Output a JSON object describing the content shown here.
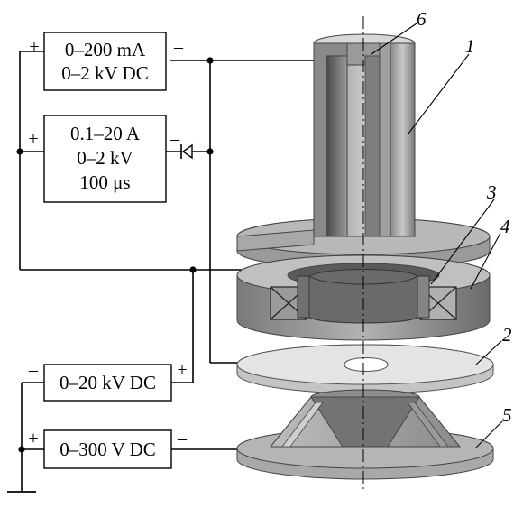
{
  "supplies": {
    "top": {
      "line1": "0–200 mA",
      "line2": "0–2 kV DC",
      "plus": "+",
      "minus": "–"
    },
    "pulse": {
      "line1": "0.1–20 A",
      "line2": "0–2 kV",
      "line3": "100 μs",
      "plus": "+",
      "minus": "–"
    },
    "hv": {
      "line1": "0–20 kV DC",
      "plus": "+",
      "minus": "–"
    },
    "lv": {
      "line1": "0–300 V DC",
      "plus": "+",
      "minus": "–"
    }
  },
  "labels": {
    "n1": "1",
    "n2": "2",
    "n3": "3",
    "n4": "4",
    "n5": "5",
    "n6": "6"
  },
  "colors": {
    "dark": "#6e6e6e",
    "mid": "#999999",
    "light": "#c4c4c4",
    "pale": "#dedede"
  }
}
